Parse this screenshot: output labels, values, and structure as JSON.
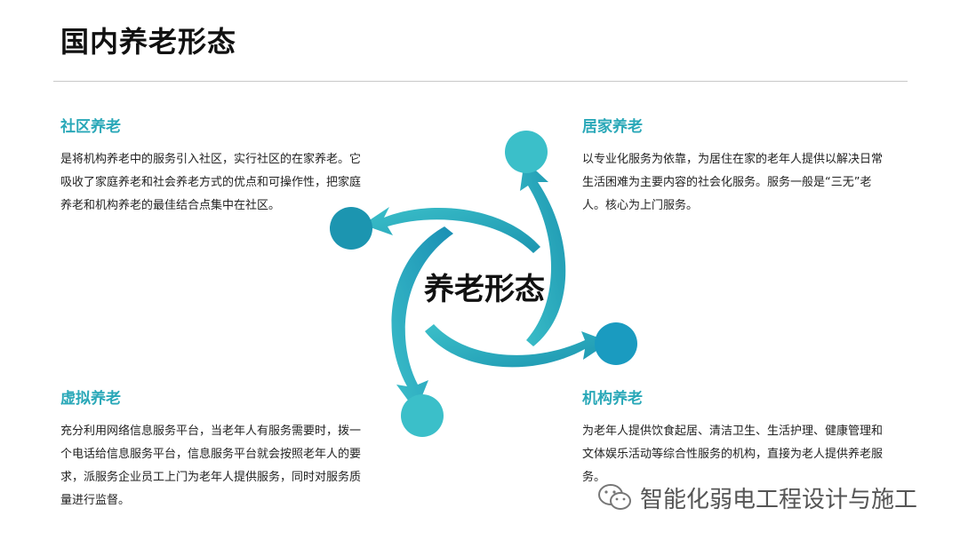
{
  "title": "国内养老形态",
  "center_label": "养老形态",
  "sections": {
    "community": {
      "heading": "社区养老",
      "body": "是将机构养老中的服务引入社区，实行社区的在家养老。它吸收了家庭养老和社会养老方式的优点和可操作性，把家庭养老和机构养老的最佳结合点集中在社区。"
    },
    "home": {
      "heading": "居家养老",
      "body": "以专业化服务为依靠，为居住在家的老年人提供以解决日常生活困难为主要内容的社会化服务。服务一般是“三无”老人。核心为上门服务。"
    },
    "virtual": {
      "heading": "虚拟养老",
      "body": "充分利用网络信息服务平台，当老年人有服务需要时，拨一个电话给信息服务平台，信息服务平台就会按照老年人的要求，派服务企业员工上门为老年人提供服务，同时对服务质量进行监督。"
    },
    "institution": {
      "heading": "机构养老",
      "body": "为老年人提供饮食起居、清洁卫生、生活护理、健康管理和文体娱乐活动等综合性服务的机构，直接为老人提供养老服务。"
    }
  },
  "watermark": {
    "text": "智能化弱电工程设计与施工",
    "icon": "wechat-icon"
  },
  "colors": {
    "accent": "#2aa8b8",
    "arrow_light": "#3bbfc9",
    "arrow_dark": "#1c95b0"
  }
}
